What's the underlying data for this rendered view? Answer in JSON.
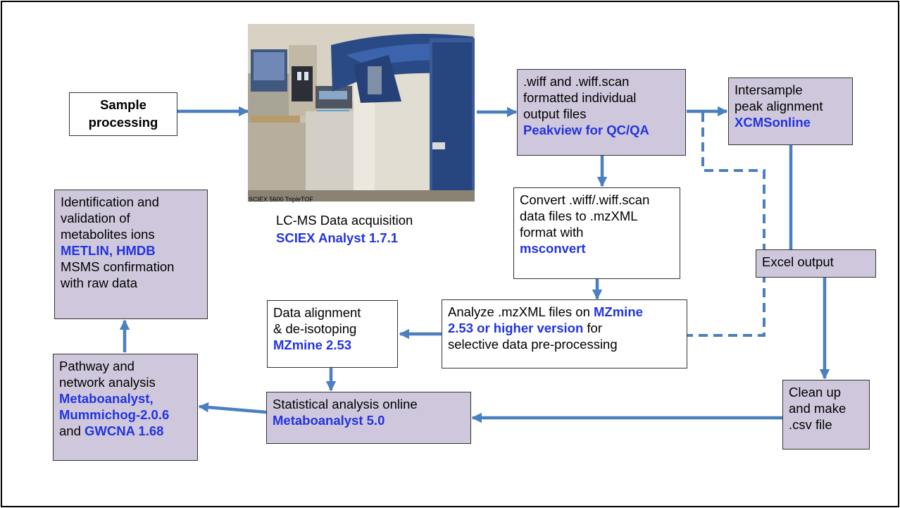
{
  "sample_box": {
    "lines": [
      "Sample",
      "processing"
    ]
  },
  "instrument": {
    "caption": "SCIEX 5600 TripleTOF",
    "label": "LC-MS Data acquisition",
    "software": "SCIEX Analyst 1.7.1"
  },
  "wiff_box": {
    "lines": [
      ".wiff and .wiff.scan",
      "formatted individual",
      "output files"
    ],
    "tool": "Peakview for QC/QA"
  },
  "intersample_box": {
    "lines": [
      "Intersample",
      "peak alignment"
    ],
    "tool": "XCMSonline"
  },
  "convert_box": {
    "lines": [
      "Convert .wiff/.wiff.scan",
      "data files to .mzXML",
      "format with"
    ],
    "tool": "msconvert"
  },
  "excel_box": {
    "label": "Excel output"
  },
  "analyze_box": {
    "line1_text": "Analyze .mzXML files on ",
    "line1_tool": "MZmine",
    "line2_tool": "2.53 or higher version",
    "line2_text": " for",
    "line3": "selective data pre-processing"
  },
  "align_box": {
    "lines": [
      "Data alignment",
      "& de-isotoping"
    ],
    "tool": "MZmine 2.53"
  },
  "identification_box": {
    "lines": [
      "Identification and",
      "validation of",
      "metabolites ions"
    ],
    "tools": "METLIN, HMDB",
    "extra": [
      "MSMS confirmation",
      "with raw data"
    ]
  },
  "pathway_box": {
    "lines": [
      "Pathway and",
      "network analysis"
    ],
    "tool1": "Metaboanalyst,",
    "tool2": "Mummichog-2.0.6",
    "and_text": "and ",
    "tool3": "GWCNA 1.68"
  },
  "stats_box": {
    "label": "Statistical analysis online",
    "tool": "Metaboanalyst 5.0"
  },
  "cleanup_box": {
    "lines": [
      "Clean up",
      "and make",
      ".csv file"
    ]
  },
  "colors": {
    "box_fill": "#cfc8dc",
    "arrow": "#4a7fc0",
    "tool_text": "#2233e0"
  }
}
